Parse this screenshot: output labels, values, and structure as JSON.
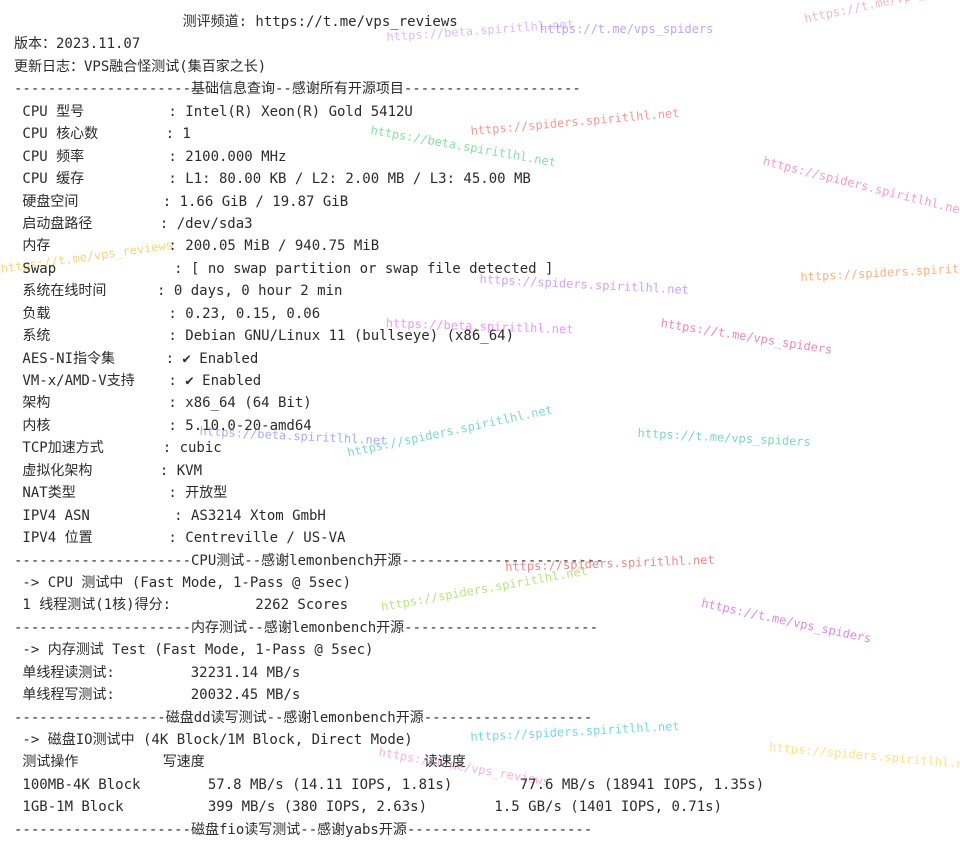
{
  "terminal": {
    "lines": [
      "                    测评频道: https://t.me/vps_reviews",
      "版本：2023.11.07",
      "更新日志：VPS融合怪测试(集百家之长)",
      "---------------------基础信息查询--感谢所有开源项目---------------------",
      " CPU 型号          : Intel(R) Xeon(R) Gold 5412U",
      " CPU 核心数        : 1",
      " CPU 频率          : 2100.000 MHz",
      " CPU 缓存          : L1: 80.00 KB / L2: 2.00 MB / L3: 45.00 MB",
      " 硬盘空间          : 1.66 GiB / 19.87 GiB",
      " 启动盘路径        : /dev/sda3",
      " 内存              : 200.05 MiB / 940.75 MiB",
      " Swap              : [ no swap partition or swap file detected ]",
      " 系统在线时间      : 0 days, 0 hour 2 min",
      " 负载              : 0.23, 0.15, 0.06",
      " 系统              : Debian GNU/Linux 11 (bullseye) (x86_64)",
      " AES-NI指令集      : ✔ Enabled",
      " VM-x/AMD-V支持    : ✔ Enabled",
      " 架构              : x86_64 (64 Bit)",
      " 内核              : 5.10.0-20-amd64",
      " TCP加速方式       : cubic",
      " 虚拟化架构        : KVM",
      " NAT类型           : 开放型",
      " IPV4 ASN          : AS3214 Xtom GmbH",
      " IPV4 位置         : Centreville / US-VA",
      "---------------------CPU测试--感谢lemonbench开源------------------------",
      " -> CPU 测试中 (Fast Mode, 1-Pass @ 5sec)",
      " 1 线程测试(1核)得分:          2262 Scores",
      "---------------------内存测试--感谢lemonbench开源-----------------------",
      " -> 内存测试 Test (Fast Mode, 1-Pass @ 5sec)",
      " 单线程读测试:         32231.14 MB/s",
      " 单线程写测试:         20032.45 MB/s",
      "------------------磁盘dd读写测试--感谢lemonbench开源--------------------",
      " -> 磁盘IO测试中 (4K Block/1M Block, Direct Mode)",
      " 测试操作          写速度                          读速度",
      " 100MB-4K Block        57.8 MB/s (14.11 IOPS, 1.81s)        77.6 MB/s (18941 IOPS, 1.35s)",
      " 1GB-1M Block          399 MB/s (380 IOPS, 2.63s)        1.5 GB/s (1401 IOPS, 0.71s)",
      "---------------------磁盘fio读写测试--感谢yabs开源----------------------"
    ]
  },
  "watermarks": [
    {
      "text": "https://t.me/vps_reviews",
      "color": "#e879a8"
    },
    {
      "text": "https://beta.spiritlhl.net",
      "color": "#c084fc"
    },
    {
      "text": "https://t.me/vps_spiders",
      "color": "#8b5cf6"
    },
    {
      "text": "https://spiders.spiritlhl.net",
      "color": "#ef4444"
    },
    {
      "text": "https://beta.spiritlhl.net",
      "color": "#22c55e"
    },
    {
      "text": "https://spiders.spiritlhl.net",
      "color": "#ec4899"
    },
    {
      "text": "https://t.me/vps_reviews",
      "color": "#eab308"
    },
    {
      "text": "https://spiders.spiritlhl.net",
      "color": "#f97316"
    },
    {
      "text": "https://spiders.spiritlhl.net",
      "color": "#a855f7"
    },
    {
      "text": "https://beta.spiritlhl.net",
      "color": "#d946ef"
    },
    {
      "text": "https://t.me/vps_spiders",
      "color": "#db2777"
    },
    {
      "text": "https://spiders.spiritlhl.net",
      "color": "#14b8a6"
    },
    {
      "text": "https://beta.spiritlhl.net",
      "color": "#6366f1"
    },
    {
      "text": "https://t.me/vps_spiders",
      "color": "#10b981"
    },
    {
      "text": "https://spiders.spiritlhl.net",
      "color": "#dc2626"
    },
    {
      "text": "https://t.me/vps_spiders",
      "color": "#c026d3"
    },
    {
      "text": "https://spiders.spiritlhl.net",
      "color": "#84cc16"
    },
    {
      "text": "https://spiders.spiritlhl.net",
      "color": "#06b6d4"
    },
    {
      "text": "https://t.me/vps_reviews",
      "color": "#f472b6"
    },
    {
      "text": "https://spiders.spiritlhl.net",
      "color": "#facc15"
    }
  ]
}
